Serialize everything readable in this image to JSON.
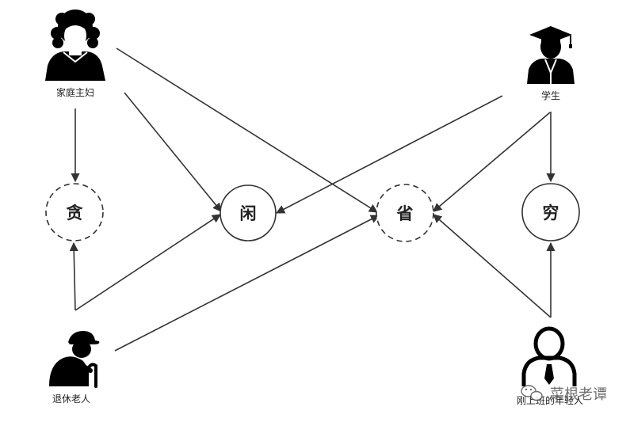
{
  "people": {
    "housewife": {
      "label": "家庭主妇",
      "icon": "housewife-icon"
    },
    "student": {
      "label": "学生",
      "icon": "graduate-icon"
    },
    "retiree": {
      "label": "退休老人",
      "icon": "elderly-person-icon"
    },
    "young_worker": {
      "label": "刚上班的年轻人",
      "icon": "office-worker-icon"
    }
  },
  "traits": {
    "greedy": {
      "label": "贪",
      "style": "dashed"
    },
    "idle": {
      "label": "闲",
      "style": "solid"
    },
    "frugal": {
      "label": "省",
      "style": "dashed"
    },
    "poor": {
      "label": "穷",
      "style": "solid"
    }
  },
  "watermark": {
    "text": "菜根老谭",
    "icon": "wechat-icon"
  },
  "colors": {
    "stroke": "#333333",
    "icon": "#000000",
    "background": "#ffffff"
  }
}
